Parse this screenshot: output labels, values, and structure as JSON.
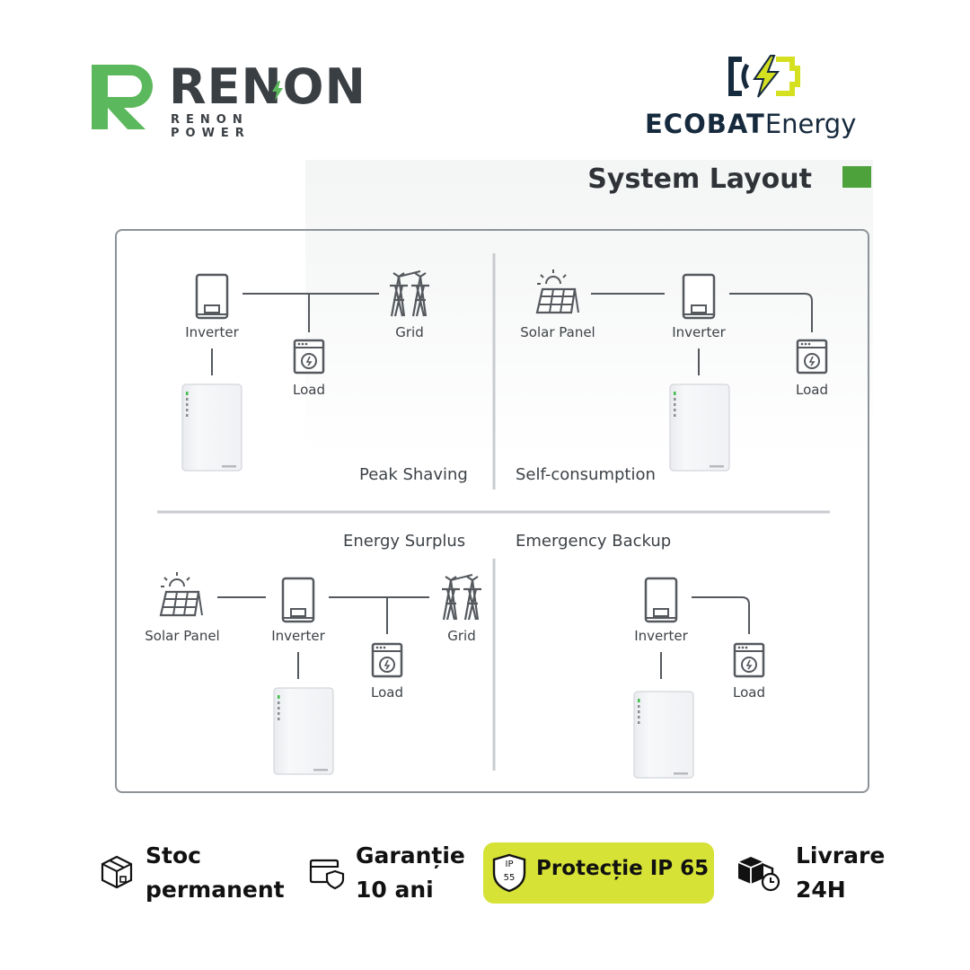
{
  "brand_left": {
    "name": "RENON",
    "tagline": "RENON POWER"
  },
  "brand_right": {
    "name_bold": "ECOBAT",
    "name_light": "Energy"
  },
  "diagram": {
    "title": "System Layout",
    "quadrants": [
      {
        "mode": "Peak Shaving",
        "labels": {
          "inverter": "Inverter",
          "grid": "Grid",
          "load": "Load"
        }
      },
      {
        "mode": "Self-consumption",
        "labels": {
          "solar": "Solar Panel",
          "inverter": "Inverter",
          "load": "Load"
        }
      },
      {
        "mode": "Energy Surplus",
        "labels": {
          "solar": "Solar Panel",
          "inverter": "Inverter",
          "grid": "Grid",
          "load": "Load"
        }
      },
      {
        "mode": "Emergency Backup",
        "labels": {
          "inverter": "Inverter",
          "load": "Load"
        }
      }
    ]
  },
  "features": [
    {
      "line1": "Stoc",
      "line2": "permanent",
      "icon": "package-icon"
    },
    {
      "line1": "Garanție",
      "line2": "10 ani",
      "icon": "shield-wallet-icon"
    },
    {
      "text": "Protecție IP 65",
      "icon": "ip55-shield-icon",
      "badge_top": "IP",
      "badge_bottom": "55",
      "highlight": "#d6e236"
    },
    {
      "line1": "Livrare",
      "line2": "24H",
      "icon": "delivery-clock-icon"
    }
  ],
  "colors": {
    "renon_green": "#5cb85c",
    "ecobat_navy": "#162a3d",
    "ecobat_yellow": "#d4e020",
    "accent_green": "#4ea23c"
  }
}
